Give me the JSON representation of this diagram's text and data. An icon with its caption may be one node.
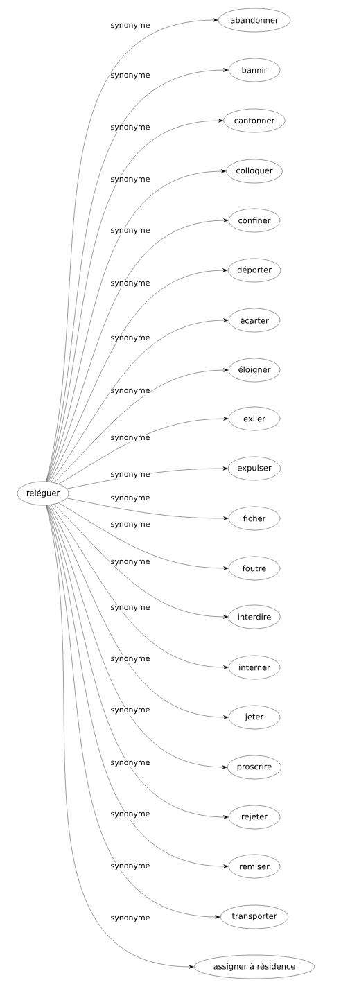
{
  "diagram": {
    "nodes": [
      {
        "text": [
          "reléguer"
        ]
      },
      {
        "text": [
          "abandonner"
        ]
      },
      {
        "text": [
          "bannir"
        ]
      },
      {
        "text": [
          "cantonner"
        ]
      },
      {
        "text": [
          "colloquer"
        ]
      },
      {
        "text": [
          "confiner"
        ]
      },
      {
        "text": [
          "déporter"
        ]
      },
      {
        "text": [
          "écarter"
        ]
      },
      {
        "text": [
          "éloigner"
        ]
      },
      {
        "text": [
          "exiler"
        ]
      },
      {
        "text": [
          "expulser"
        ]
      },
      {
        "text": [
          "ficher"
        ]
      },
      {
        "text": [
          "foutre"
        ]
      },
      {
        "text": [
          "interdire"
        ]
      },
      {
        "text": [
          "interner"
        ]
      },
      {
        "text": [
          "jeter"
        ]
      },
      {
        "text": [
          "proscrire"
        ]
      },
      {
        "text": [
          "rejeter"
        ]
      },
      {
        "text": [
          "remiser"
        ]
      },
      {
        "text": [
          "transporter"
        ]
      },
      {
        "text": [
          "assigner à résidence"
        ]
      }
    ],
    "edges": [
      {
        "from": 0,
        "to": 1,
        "arrow": "to",
        "label": "synonyme"
      },
      {
        "from": 0,
        "to": 2,
        "arrow": "to",
        "label": "synonyme"
      },
      {
        "from": 0,
        "to": 3,
        "arrow": "to",
        "label": "synonyme"
      },
      {
        "from": 0,
        "to": 4,
        "arrow": "to",
        "label": "synonyme"
      },
      {
        "from": 0,
        "to": 5,
        "arrow": "to",
        "label": "synonyme"
      },
      {
        "from": 0,
        "to": 6,
        "arrow": "to",
        "label": "synonyme"
      },
      {
        "from": 0,
        "to": 7,
        "arrow": "to",
        "label": "synonyme"
      },
      {
        "from": 0,
        "to": 8,
        "arrow": "to",
        "label": "synonyme"
      },
      {
        "from": 0,
        "to": 9,
        "arrow": "to",
        "label": "synonyme"
      },
      {
        "from": 0,
        "to": 10,
        "arrow": "to",
        "label": "synonyme"
      },
      {
        "from": 0,
        "to": 11,
        "arrow": "to",
        "label": "synonyme"
      },
      {
        "from": 0,
        "to": 12,
        "arrow": "to",
        "label": "synonyme"
      },
      {
        "from": 0,
        "to": 13,
        "arrow": "to",
        "label": "synonyme"
      },
      {
        "from": 0,
        "to": 14,
        "arrow": "to",
        "label": "synonyme"
      },
      {
        "from": 0,
        "to": 15,
        "arrow": "to",
        "label": "synonyme"
      },
      {
        "from": 0,
        "to": 16,
        "arrow": "to",
        "label": "synonyme"
      },
      {
        "from": 0,
        "to": 17,
        "arrow": "to",
        "label": "synonyme"
      },
      {
        "from": 0,
        "to": 18,
        "arrow": "to",
        "label": "synonyme"
      },
      {
        "from": 0,
        "to": 19,
        "arrow": "to",
        "label": "synonyme"
      },
      {
        "from": 0,
        "to": 20,
        "arrow": "to",
        "label": "synonyme"
      }
    ]
  }
}
